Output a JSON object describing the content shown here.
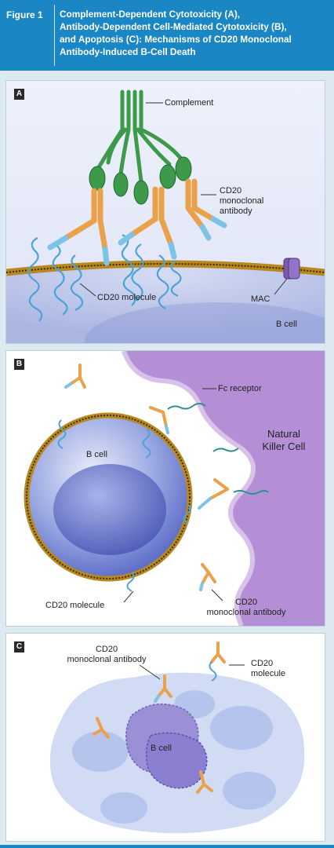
{
  "figure": {
    "label": "Figure 1",
    "title_lines": [
      "Complement-Dependent Cytotoxicity (A),",
      "Antibody-Dependent Cell-Mediated Cytotoxicity (B),",
      "and Apoptosis (C): Mechanisms of CD20 Monoclonal",
      "Antibody-Induced B-Cell Death"
    ]
  },
  "panel_a": {
    "letter": "A",
    "labels": {
      "complement": "Complement",
      "antibody_line1": "CD20",
      "antibody_line2": "monoclonal",
      "antibody_line3": "antibody",
      "cd20_molecule": "CD20 molecule",
      "mac": "MAC",
      "b_cell": "B cell"
    }
  },
  "panel_b": {
    "letter": "B",
    "labels": {
      "fc_receptor": "Fc receptor",
      "nk_line1": "Natural",
      "nk_line2": "Killer Cell",
      "b_cell": "B cell",
      "cd20_molecule": "CD20 molecule",
      "antibody_line1": "CD20",
      "antibody_line2": "monoclonal antibody"
    }
  },
  "panel_c": {
    "letter": "C",
    "labels": {
      "antibody_line1": "CD20",
      "antibody_line2": "monoclonal antibody",
      "molecule_line1": "CD20",
      "molecule_line2": "molecule",
      "b_cell": "B cell"
    }
  },
  "colors": {
    "header": "#1a86c4",
    "antibody": "#e9a24a",
    "antibody_tip": "#7cc3e6",
    "complement": "#3c9a4a",
    "cd20": "#4aa3d6",
    "b_cell": "#6f7fcf",
    "nk_cell": "#a776c8",
    "mac": "#7a5bb0"
  }
}
